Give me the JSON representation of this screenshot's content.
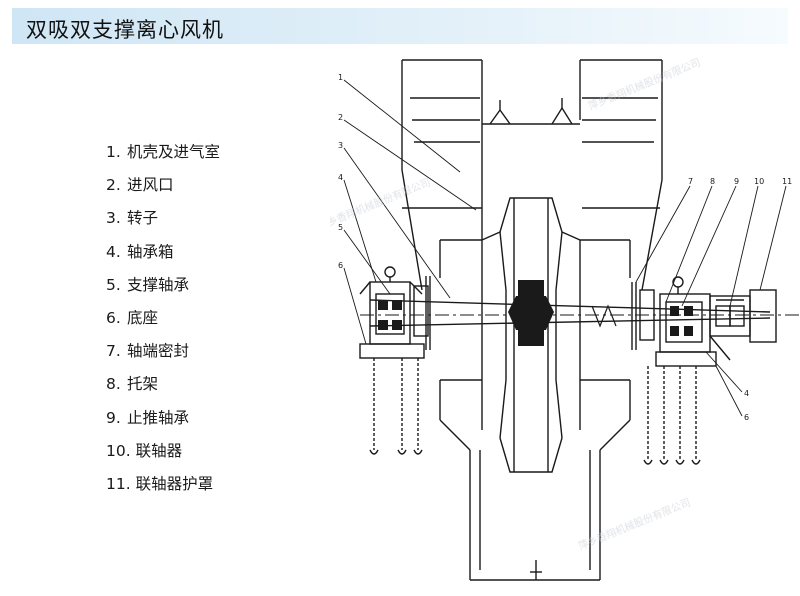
{
  "title": "双吸双支撑离心风机",
  "legend": [
    {
      "num": "1.",
      "label": "机壳及进气室"
    },
    {
      "num": "2.",
      "label": "进风口"
    },
    {
      "num": "3.",
      "label": "转子"
    },
    {
      "num": "4.",
      "label": "轴承箱"
    },
    {
      "num": "5.",
      "label": "支撑轴承"
    },
    {
      "num": "6.",
      "label": "底座"
    },
    {
      "num": "7.",
      "label": "轴端密封"
    },
    {
      "num": "8.",
      "label": "托架"
    },
    {
      "num": "9.",
      "label": "止推轴承"
    },
    {
      "num": "10.",
      "label": "联轴器"
    },
    {
      "num": "11.",
      "label": "联轴器护罩"
    }
  ],
  "callouts": {
    "c1": "1",
    "c2": "2",
    "c3": "3",
    "c4": "4",
    "c5": "5",
    "c6": "6",
    "c7": "7",
    "c8": "8",
    "c9": "9",
    "c10": "10",
    "c11": "11",
    "c4r": "4",
    "c6r": "6"
  },
  "watermark": {
    "company": "萍乡香翔机械股份有限公司"
  },
  "colors": {
    "header": "#d4e9f6",
    "line": "#1a1a1a",
    "watermark": "#c7cbd3"
  }
}
